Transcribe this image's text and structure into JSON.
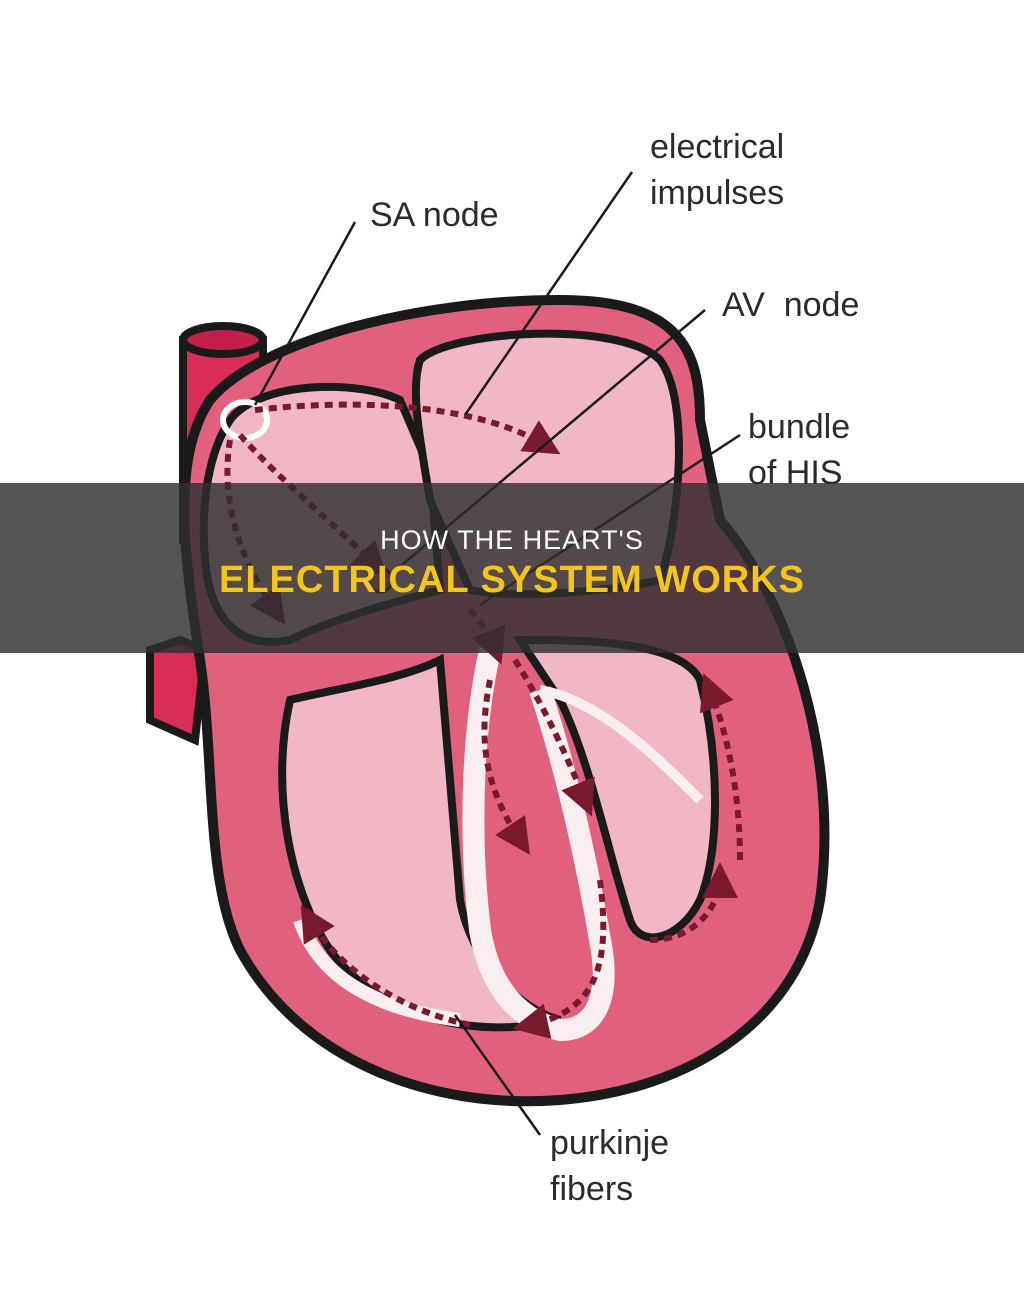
{
  "diagram": {
    "labels": {
      "sa_node": "SA node",
      "electrical_impulses": [
        "electrical",
        "impulses"
      ],
      "av_node": "AV  node",
      "bundle_of_his": [
        "bundle",
        "of HIS"
      ],
      "purkinje_fibers": [
        "purkinje",
        "fibers"
      ]
    },
    "colors": {
      "wall": "#e0607e",
      "chamber": "#f1b7c4",
      "vessel": "#d82e56",
      "outline": "#1a1a1a",
      "impulse": "#7a1a2e",
      "fiber": "#fbeef0"
    }
  },
  "banner": {
    "line1": "HOW THE HEART'S",
    "line2": "ELECTRICAL SYSTEM WORKS"
  }
}
